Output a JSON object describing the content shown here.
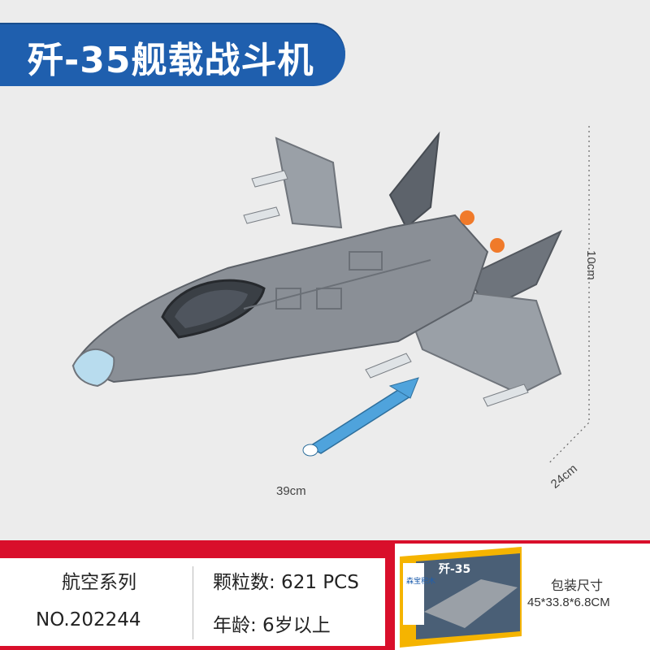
{
  "header": {
    "title": "歼-35舰载战斗机"
  },
  "dimensions": {
    "width": "39cm",
    "height": "10cm",
    "depth": "24cm"
  },
  "specs": {
    "series": "航空系列",
    "pieces": "颗粒数: 621 PCS",
    "number": "NO.202244",
    "age": "年龄: 6岁以上"
  },
  "packaging": {
    "label": "包装尺寸",
    "size": "45*33.8*6.8CM",
    "box_brand": "森宝积木",
    "box_title": "歼-35"
  },
  "colors": {
    "title_bar": "#1f5fae",
    "footer": "#d90f2b",
    "plane_gray": "#8a8f96",
    "missile_blue": "#4fa3dc"
  }
}
